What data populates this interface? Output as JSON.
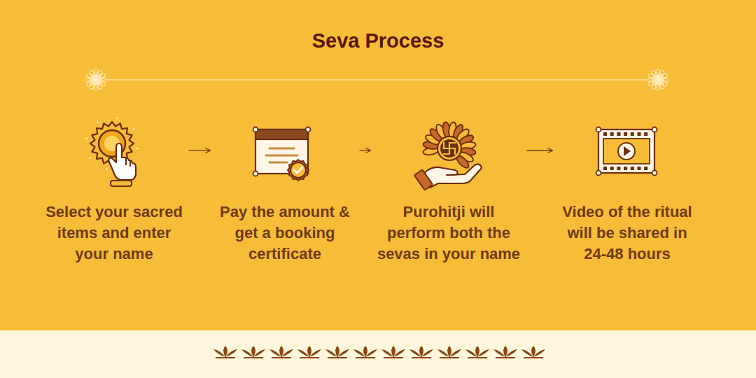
{
  "diagram": {
    "title": "Seva Process",
    "nodes": [
      {
        "text": [
          "Select your sacred items and enter your name"
        ]
      },
      {
        "text": [
          "Pay the amount & get a booking certificate"
        ]
      },
      {
        "text": [
          "Purohitji will perform both the sevas in your name"
        ]
      },
      {
        "text": [
          "Video of the ritual will be shared in 24-48 hours"
        ]
      }
    ],
    "edges": [
      {
        "from": 0,
        "to": 1,
        "arrow": "to"
      },
      {
        "from": 1,
        "to": 2,
        "arrow": "to"
      },
      {
        "from": 2,
        "to": 3,
        "arrow": "to"
      }
    ]
  }
}
